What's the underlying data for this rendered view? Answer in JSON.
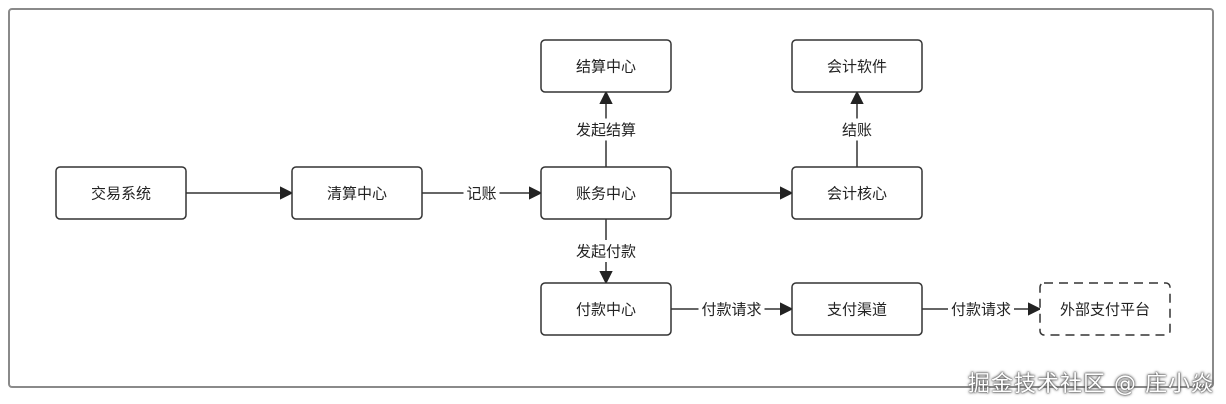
{
  "diagram": {
    "nodes": [
      {
        "id": "trade",
        "label": "交易系统"
      },
      {
        "id": "clearing",
        "label": "清算中心"
      },
      {
        "id": "accounting",
        "label": "账务中心"
      },
      {
        "id": "settlement",
        "label": "结算中心"
      },
      {
        "id": "acct_software",
        "label": "会计软件"
      },
      {
        "id": "acct_core",
        "label": "会计核心"
      },
      {
        "id": "payment",
        "label": "付款中心"
      },
      {
        "id": "channel",
        "label": "支付渠道"
      },
      {
        "id": "external",
        "label": "外部支付平台"
      }
    ],
    "edges": [
      {
        "from": "trade",
        "to": "clearing",
        "label": ""
      },
      {
        "from": "clearing",
        "to": "accounting",
        "label": "记账"
      },
      {
        "from": "accounting",
        "to": "settlement",
        "label": "发起结算"
      },
      {
        "from": "accounting",
        "to": "acct_core",
        "label": ""
      },
      {
        "from": "acct_core",
        "to": "acct_software",
        "label": "结账"
      },
      {
        "from": "accounting",
        "to": "payment",
        "label": "发起付款"
      },
      {
        "from": "payment",
        "to": "channel",
        "label": "付款请求"
      },
      {
        "from": "channel",
        "to": "external",
        "label": "付款请求"
      }
    ]
  },
  "watermark": "掘金技术社区 @ 庄小焱"
}
